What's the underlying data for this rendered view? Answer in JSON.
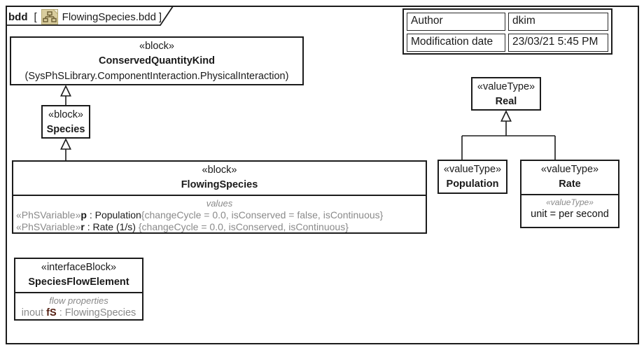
{
  "frame": {
    "kind_label": "bdd",
    "bracket_open": "[",
    "diagram_name": "FlowingSpecies.bdd",
    "bracket_close": "]"
  },
  "info_table": {
    "rows": [
      {
        "label": "Author",
        "value": "dkim"
      },
      {
        "label": "Modification date",
        "value": "23/03/21 5:45 PM"
      }
    ]
  },
  "blocks": {
    "conserved_quantity_kind": {
      "stereotype": "«block»",
      "name": "ConservedQuantityKind",
      "qualifier": "(SysPhSLibrary.ComponentInteraction.PhysicalInteraction)"
    },
    "species": {
      "stereotype": "«block»",
      "name": "Species"
    },
    "flowing_species": {
      "stereotype": "«block»",
      "name": "FlowingSpecies",
      "compartment_label": "values",
      "properties": [
        {
          "stereotype": "«PhSVariable»",
          "name": "p",
          "type": " : Population",
          "constraint": "{changeCycle = 0.0, isConserved = false, isContinuous}"
        },
        {
          "stereotype": "«PhSVariable»",
          "name": "r",
          "type": " : Rate (1/s) ",
          "constraint": "{changeCycle = 0.0, isConserved, isContinuous}"
        }
      ]
    },
    "species_flow_element": {
      "stereotype": "«interfaceBlock»",
      "name": "SpeciesFlowElement",
      "compartment_label": "flow properties",
      "flow_property": {
        "direction": "inout ",
        "name": "fS",
        "type": " : FlowingSpecies"
      }
    },
    "real": {
      "stereotype": "«valueType»",
      "name": "Real"
    },
    "population": {
      "stereotype": "«valueType»",
      "name": "Population"
    },
    "rate": {
      "stereotype": "«valueType»",
      "name": "Rate",
      "sub_stereotype": "«valueType»",
      "unit_line": "unit = per second"
    }
  },
  "colors": {
    "line_black": "#1c1c1c",
    "muted_gray": "#8a8a8a",
    "flow_name_maroon": "#552013",
    "icon_tan": "#d9cd9e",
    "icon_stroke": "#6f6036"
  }
}
